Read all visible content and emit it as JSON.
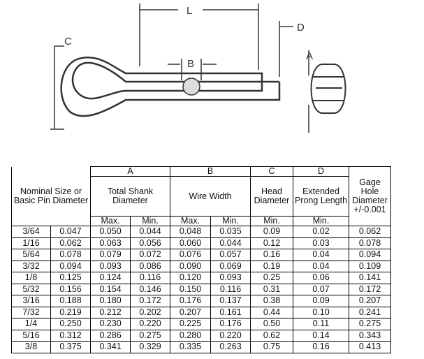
{
  "diagram": {
    "labels": {
      "L": "L",
      "D": "D",
      "C": "C",
      "B": "B",
      "A": "A"
    }
  },
  "table": {
    "group_headers": {
      "A": "A",
      "B": "B",
      "C": "C",
      "D": "D"
    },
    "headers": {
      "nominal": "Nominal Size or Basic Pin Diameter",
      "shank": "Total Shank Diameter",
      "wire": "Wire Width",
      "head": "Head Diameter",
      "prong": "Extended Prong Length",
      "gage": "Gage Hole Diameter +/-0.001"
    },
    "sub": {
      "max": "Max.",
      "min": "Min."
    },
    "rows": [
      [
        "3/64",
        "0.047",
        "0.050",
        "0.044",
        "0.048",
        "0.035",
        "0.09",
        "0.02",
        "0.062"
      ],
      [
        "1/16",
        "0.062",
        "0.063",
        "0.056",
        "0.060",
        "0.044",
        "0.12",
        "0.03",
        "0.078"
      ],
      [
        "5/64",
        "0.078",
        "0.079",
        "0.072",
        "0.076",
        "0.057",
        "0.16",
        "0.04",
        "0.094"
      ],
      [
        "3/32",
        "0.094",
        "0.093",
        "0.086",
        "0.090",
        "0.069",
        "0.19",
        "0.04",
        "0.109"
      ],
      [
        "1/8",
        "0.125",
        "0.124",
        "0.116",
        "0.120",
        "0.093",
        "0.25",
        "0.06",
        "0.141"
      ],
      [
        "5/32",
        "0.156",
        "0.154",
        "0.146",
        "0.150",
        "0.116",
        "0.31",
        "0.07",
        "0.172"
      ],
      [
        "3/16",
        "0.188",
        "0.180",
        "0.172",
        "0.176",
        "0.137",
        "0.38",
        "0.09",
        "0.207"
      ],
      [
        "7/32",
        "0.219",
        "0.212",
        "0.202",
        "0.207",
        "0.161",
        "0.44",
        "0.10",
        "0.241"
      ],
      [
        "1/4",
        "0.250",
        "0.230",
        "0.220",
        "0.225",
        "0.176",
        "0.50",
        "0.11",
        "0.275"
      ],
      [
        "5/16",
        "0.312",
        "0.286",
        "0.275",
        "0.280",
        "0.220",
        "0.62",
        "0.14",
        "0.343"
      ],
      [
        "3/8",
        "0.375",
        "0.341",
        "0.329",
        "0.335",
        "0.263",
        "0.75",
        "0.16",
        "0.413"
      ]
    ]
  }
}
